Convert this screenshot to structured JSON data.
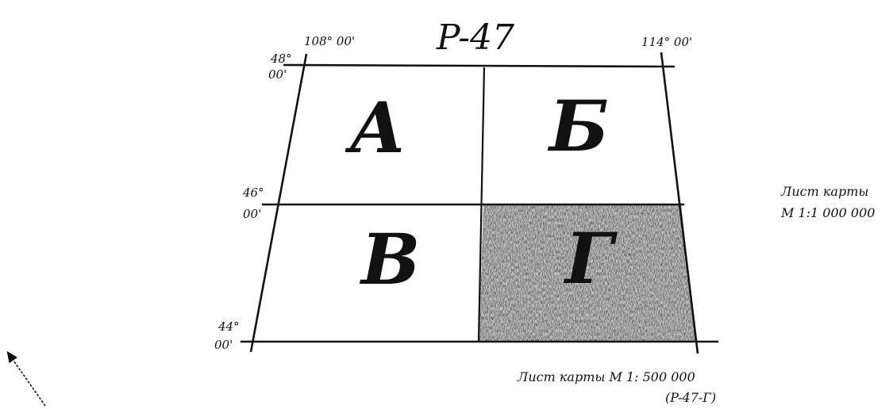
{
  "title": "P-47",
  "longitudes": {
    "west": "108° 00'",
    "east": "114° 00'"
  },
  "latitudes": {
    "top_deg": "48°",
    "top_min": "00'",
    "middle_deg": "46°",
    "middle_min": "00'",
    "bottom_deg": "44°",
    "bottom_min": "00'"
  },
  "quadrants": {
    "top_left": "А",
    "top_right": "Б",
    "bottom_left": "В",
    "bottom_right": "Г"
  },
  "highlighted_quadrant": "Г",
  "captions": {
    "sheet_million_line1": "Лист карты",
    "sheet_million_line2": "М 1:1 000 000",
    "sheet_halfmillion_line1": "Лист карты М 1: 500 000",
    "sheet_halfmillion_line2": "(P-47-Г)"
  },
  "colors": {
    "ink": "#111111",
    "shading": "#8a8a8a",
    "background": "#ffffff"
  }
}
